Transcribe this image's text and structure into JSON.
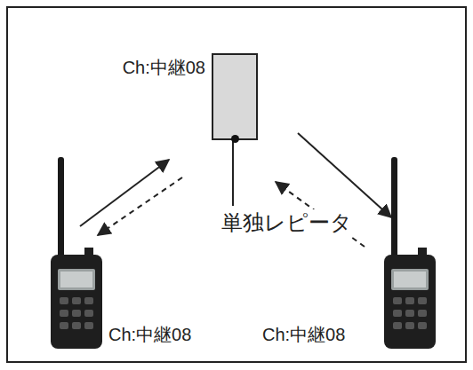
{
  "diagram": {
    "nodes": [
      {
        "text": [
          "Ch:中継08"
        ]
      },
      {
        "text": [
          "Ch:中継08"
        ]
      },
      {
        "text": [
          "Ch:中継08"
        ]
      }
    ],
    "edges": [
      {
        "from": 1,
        "to": 0,
        "arrow": "to"
      },
      {
        "from": 0,
        "to": 1,
        "arrow": "to"
      },
      {
        "from": 0,
        "to": 2,
        "arrow": "to"
      },
      {
        "from": 2,
        "to": 0,
        "arrow": "to"
      }
    ],
    "labels": [
      "単独レピータ"
    ]
  }
}
